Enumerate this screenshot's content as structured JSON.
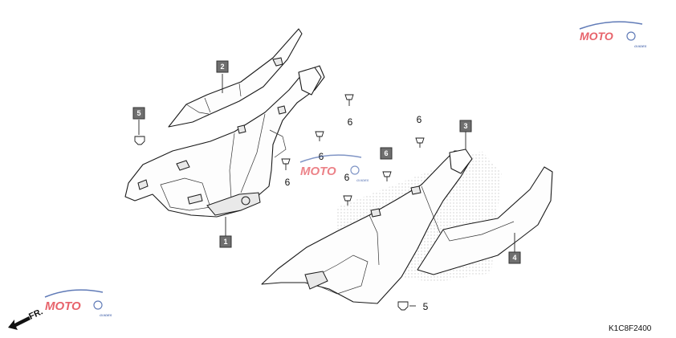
{
  "diagram_code": "K1C8F2400",
  "direction_label": "FR.",
  "watermark": {
    "text": "MOTO",
    "subtext": "GUIDES",
    "colors": {
      "red": "#e0303a",
      "blue": "#2c4fa0"
    }
  },
  "callouts": {
    "c1": "1",
    "c2": "2",
    "c3": "3",
    "c4": "4",
    "c5_box": "5",
    "c5_plain": "5",
    "c6_box": "6",
    "c6_a": "6",
    "c6_b": "6",
    "c6_c": "6",
    "c6_d": "6",
    "c6_e": "6"
  }
}
